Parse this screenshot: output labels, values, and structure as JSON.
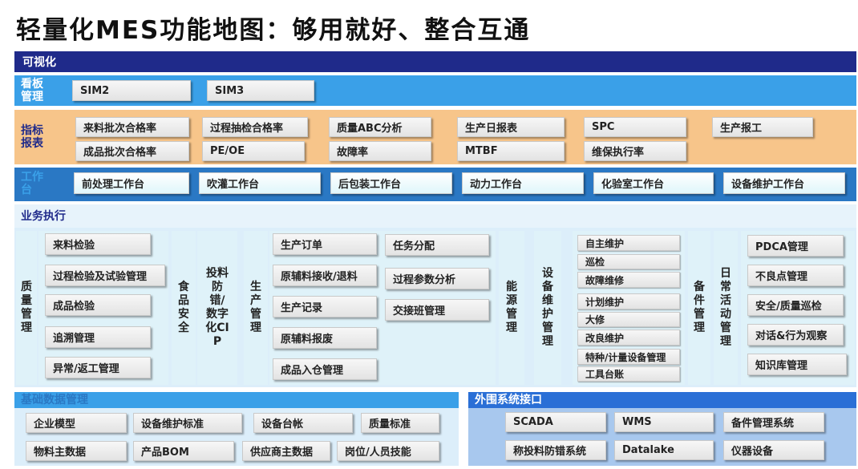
{
  "title": "轻量化MES功能地图：够用就好、整合互通",
  "colors": {
    "visual_band": "#1f2a8a",
    "board_band": "#3aa0e8",
    "report_band": "#f7c58a",
    "workbench_band": "#2a78c4",
    "execution_bg": "#dceefa",
    "foundation_band": "#3aa0e8",
    "external_band": "#2a6fd6",
    "external_bg": "#a8c8ee"
  },
  "visual": {
    "label": "可视化"
  },
  "board": {
    "label": "看板管理",
    "items": [
      "SIM2",
      "SIM3"
    ]
  },
  "report": {
    "label": "指标报表",
    "row1": [
      "来料批次合格率",
      "过程抽检合格率",
      "质量ABC分析",
      "生产日报表",
      "SPC",
      "生产报工"
    ],
    "row2": [
      "成品批次合格率",
      "PE/OE",
      "故障率",
      "MTBF",
      "维保执行率"
    ]
  },
  "workbench": {
    "label": "工作台",
    "items": [
      "前处理工作台",
      "吹灌工作台",
      "后包装工作台",
      "动力工作台",
      "化验室工作台",
      "设备维护工作台"
    ]
  },
  "execution": {
    "label": "业务执行",
    "quality": {
      "label": "质量管理",
      "items": [
        "来料检验",
        "过程检验及试验管理",
        "成品检验",
        "追溯管理",
        "异常/返工管理"
      ]
    },
    "food_safety": {
      "label": "食品安全"
    },
    "cip": {
      "label": "投料防错/数字化CIP"
    },
    "production": {
      "label": "生产管理",
      "items_a": [
        "生产订单",
        "原辅料接收/退料",
        "生产记录",
        "原辅料报废",
        "成品入仓管理"
      ],
      "items_b": [
        "任务分配",
        "过程参数分析",
        "交接班管理"
      ]
    },
    "energy": {
      "label": "能源管理"
    },
    "equipment": {
      "label": "设备维护管理",
      "items": [
        "自主维护",
        "巡检",
        "故障维修",
        "计划维护",
        "大修",
        "改良维护",
        "特种/计量设备管理",
        "工具台账"
      ]
    },
    "spare": {
      "label": "备件管理"
    },
    "daily": {
      "label": "日常活动管理",
      "items": [
        "PDCA管理",
        "不良点管理",
        "安全/质量巡检",
        "对话&行为观察",
        "知识库管理"
      ]
    }
  },
  "foundation": {
    "label": "基础数据管理",
    "row1": [
      "企业模型",
      "设备维护标准",
      "设备台帐",
      "质量标准"
    ],
    "row2": [
      "物料主数据",
      "产品BOM",
      "供应商主数据",
      "岗位/人员技能"
    ]
  },
  "external": {
    "label": "外围系统接口",
    "row1": [
      "SCADA",
      "WMS",
      "备件管理系统"
    ],
    "row2": [
      "称投料防错系统",
      "Datalake",
      "仪器设备"
    ]
  }
}
